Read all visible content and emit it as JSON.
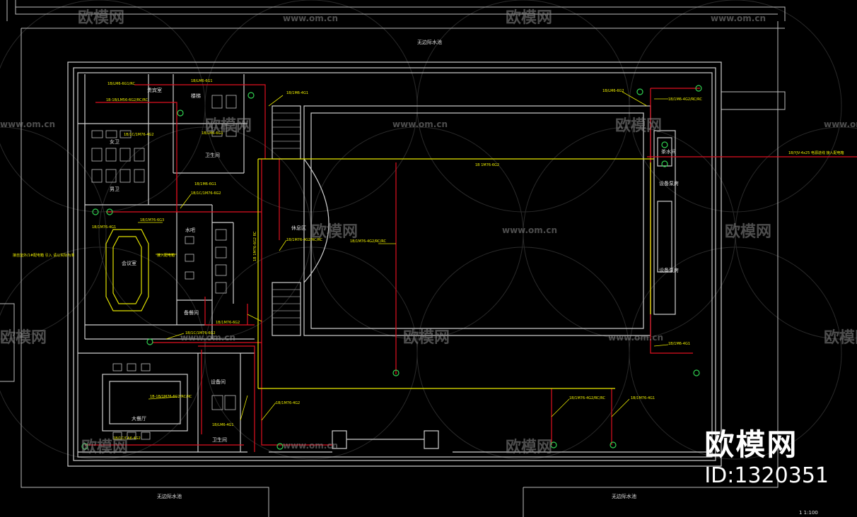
{
  "colors": {
    "background": "#000000",
    "wall": "#d8d8d8",
    "wire": "#e01020",
    "annotation": "#f0f000",
    "fixture": "#30d050",
    "watermark": "#9a9a9a"
  },
  "watermark": {
    "brand": "欧模网",
    "url": "www.om.cn",
    "id": "ID:1320351"
  },
  "site": {
    "top_note": "无边际水池",
    "bottom_left_note": "无边际水池",
    "bottom_right_note": "无边际水池"
  },
  "rooms": {
    "female_wc": "女卫",
    "male_wc": "男卫",
    "vip_room": "贵宾室",
    "stair": "楼梯",
    "meeting_room": "会议室",
    "water_bar": "水吧",
    "prep_room": "备餐间",
    "dining_room": "大餐厅",
    "equip_room": "设备间",
    "toilet": "卫生间",
    "lounge": "休息区",
    "tea_room": "茶水间",
    "pump_room_1": "设备泵房",
    "pump_room_2": "设备泵房"
  },
  "labels": {
    "l1": "1B/LM6-6G1",
    "l2": "1B/1M6-4G1",
    "l3": "1B/LM6-6G1/RC",
    "l4": "1B-1B/LM56-6G2/RC/RC",
    "l5": "1B/LM6-6G2",
    "l6": "1B/1M6-4G2/RC/RC",
    "l7": "1B/1C/1M76-4G2",
    "l8": "1B/LM6-6G1",
    "l9": "1B/1M6-6G1",
    "l10": "1B/1C/1M76-6G2",
    "l11": "1B/1M76-6G3",
    "l12": "1B/1M76-4G2/RC/RC",
    "l13": "1B/1M76-4G2/RC/RC",
    "l14": "1B/1M76-6G2",
    "l15": "1B/1C/1M76-6G2",
    "l16": "1B/1M6-4G1",
    "l17": "1B/1M76-4G2/RC/RC",
    "l18": "1B/1M76-4G1",
    "l19": "1B/1M76-4G2",
    "l20": "1B-1B/1M76-6G2/RC/RC",
    "l21": "1B/LM6-4G1",
    "l22": "1B/1C/CA6-4G2",
    "l23": "1B/1M76-4G1",
    "trunk": "1B 1M76-6G2",
    "vertical": "1B 1M76-6G2 RC",
    "note_left": "接自室外/1#配电箱 引入 请以实际为准",
    "note_right": "接入配电箱",
    "incoming": "1B/YJV-4x25 电源进线 接入配电箱",
    "scale": "1  1:100"
  }
}
